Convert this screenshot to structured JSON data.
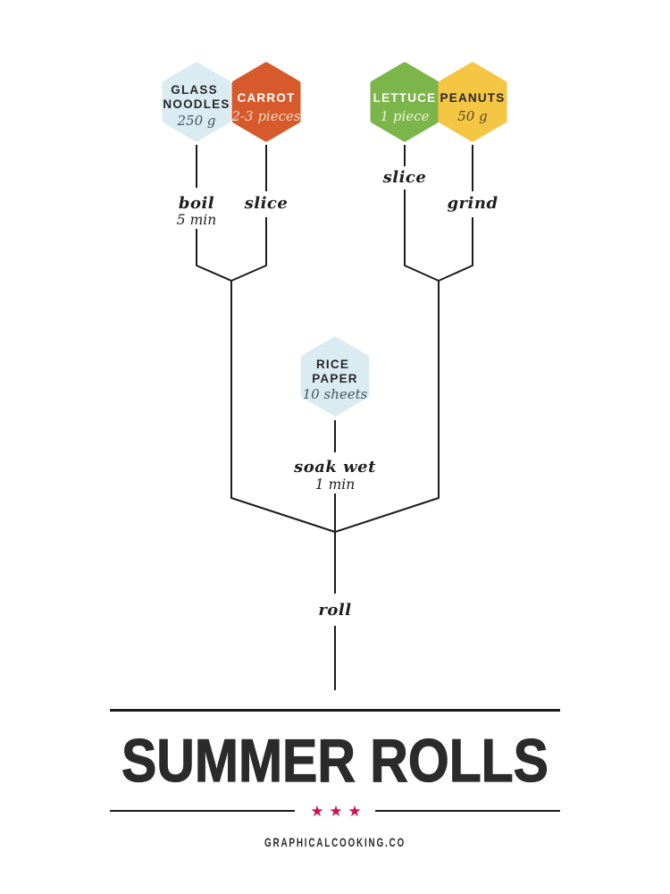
{
  "poster": {
    "title": "SUMMER ROLLS",
    "site": "GRAPHICALCOOKING.CO",
    "star_icon": "★",
    "colors": {
      "background": "#ffffff",
      "line": "#1c1c1c",
      "rule": "#1c1c1c",
      "title": "#2b2b2b",
      "site_text": "#2b2b2b",
      "star": "#ce1152",
      "step_text": "#1d1d1d"
    }
  },
  "ingredients": [
    {
      "id": "glass-noodles",
      "name_lines": [
        "GLASS",
        "NOODLES"
      ],
      "amount": "250 g",
      "fill": "#daecf2",
      "name_color": "#26262a",
      "amount_color": "#44525c"
    },
    {
      "id": "carrot",
      "name_lines": [
        "CARROT"
      ],
      "amount": "2-3 pieces",
      "fill": "#d65a2b",
      "name_color": "#ffffff",
      "amount_color": "#f4dbc7"
    },
    {
      "id": "lettuce",
      "name_lines": [
        "LETTUCE"
      ],
      "amount": "1 piece",
      "fill": "#7cb64a",
      "name_color": "#ffffff",
      "amount_color": "#ecf3d9"
    },
    {
      "id": "peanuts",
      "name_lines": [
        "PEANUTS"
      ],
      "amount": "50 g",
      "fill": "#f5c544",
      "name_color": "#26262a",
      "amount_color": "#564a22"
    },
    {
      "id": "rice-paper",
      "name_lines": [
        "RICE",
        "PAPER"
      ],
      "amount": "10 sheets",
      "fill": "#daecf2",
      "name_color": "#26262a",
      "amount_color": "#44525c"
    }
  ],
  "steps": {
    "boil": {
      "action": "boil",
      "detail": "5 min"
    },
    "slice_carrot": {
      "action": "slice"
    },
    "slice_lettuce": {
      "action": "slice"
    },
    "grind": {
      "action": "grind"
    },
    "soak": {
      "action": "soak wet",
      "detail": "1 min"
    },
    "roll": {
      "action": "roll"
    }
  }
}
